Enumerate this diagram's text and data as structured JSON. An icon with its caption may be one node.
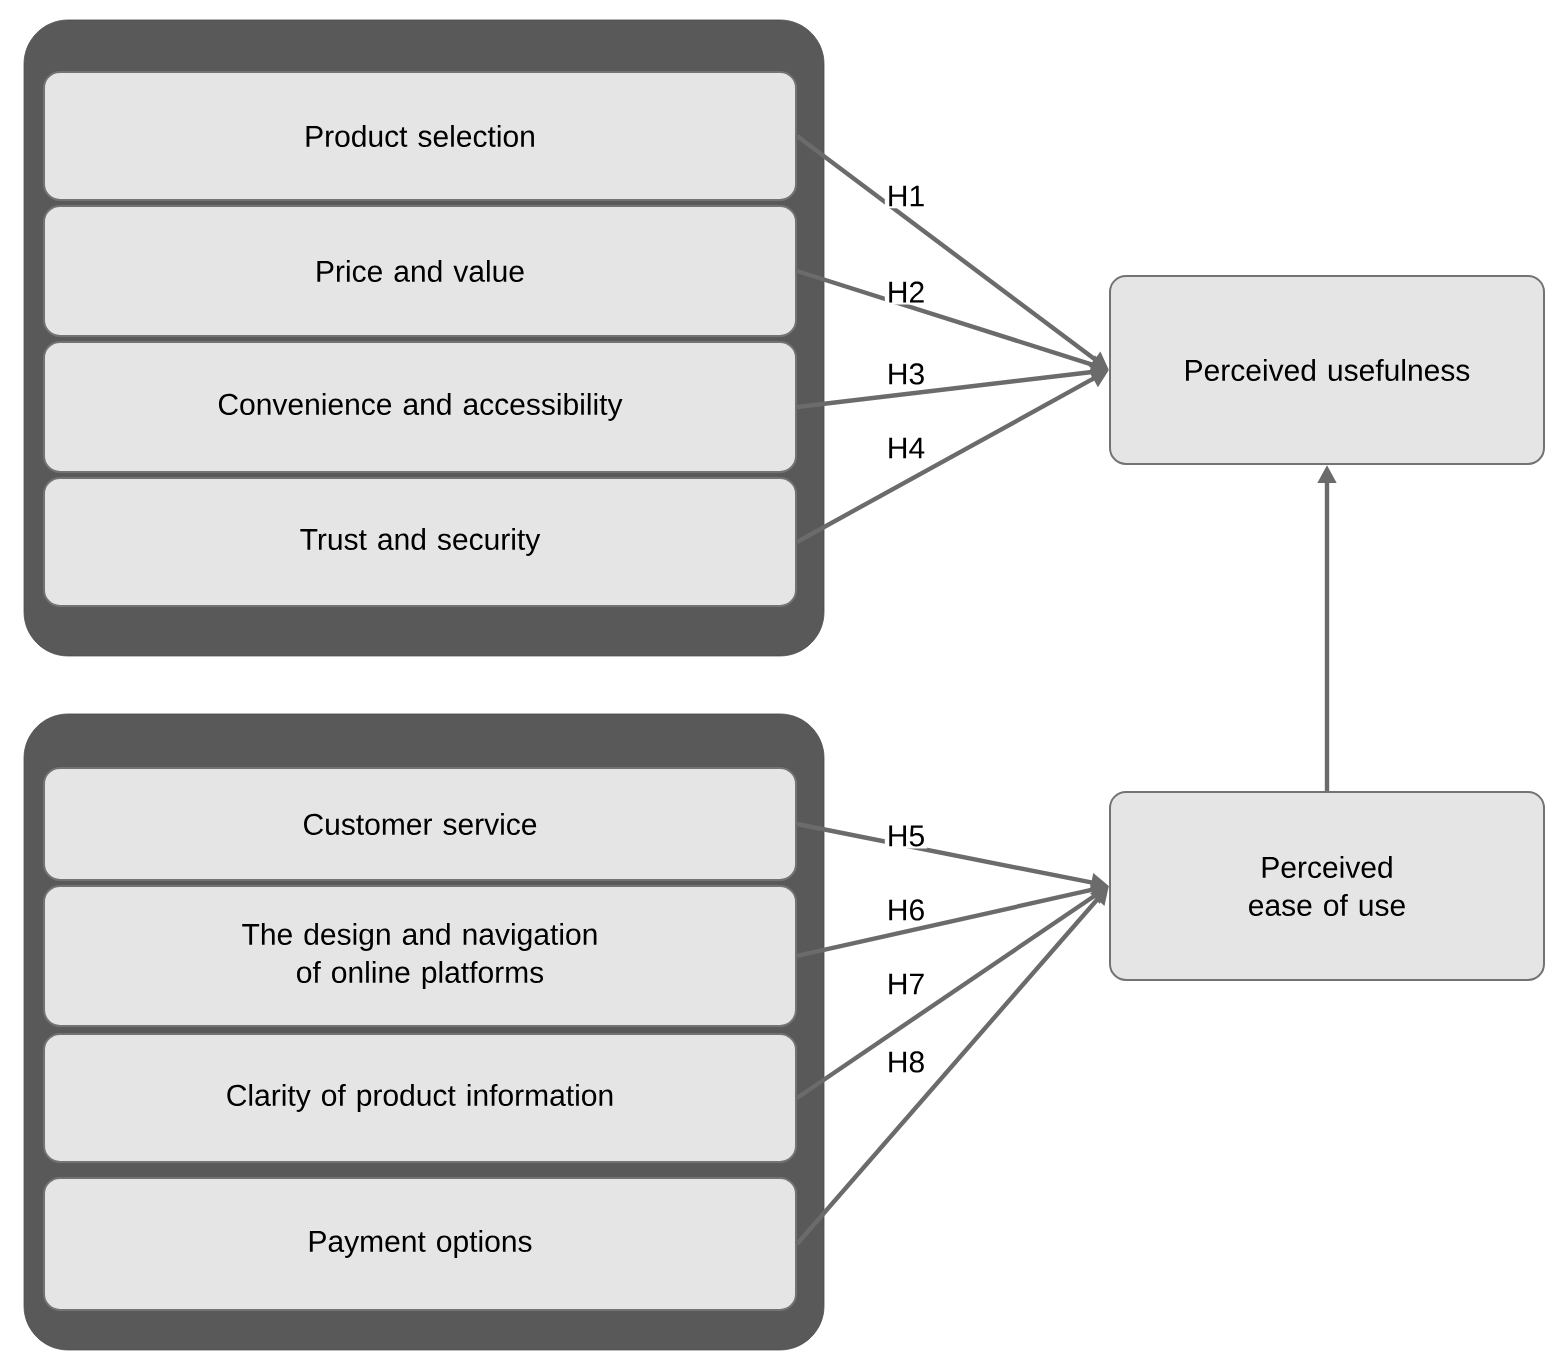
{
  "diagram": {
    "nodes": [
      {
        "text": [],
        "shape": "box"
      },
      {
        "text": [
          "Product selection"
        ],
        "in": 0
      },
      {
        "text": [
          "Price and value"
        ],
        "in": 0
      },
      {
        "text": [
          "Convenience and accessibility"
        ],
        "in": 0
      },
      {
        "text": [
          "Trust and security"
        ],
        "in": 0
      },
      {
        "text": [
          "Perceived usefulness"
        ]
      },
      {
        "text": [],
        "shape": "box"
      },
      {
        "text": [
          "Customer service"
        ],
        "in": 6
      },
      {
        "text": [
          "The design and navigation of online platforms"
        ],
        "in": 6
      },
      {
        "text": [
          "Clarity of product information"
        ],
        "in": 6
      },
      {
        "text": [
          "Payment options"
        ],
        "in": 6
      },
      {
        "text": [
          "Perceived ease of use"
        ]
      }
    ],
    "edges": [
      {
        "from": 1,
        "to": 5,
        "arrow": "to",
        "label": "H1"
      },
      {
        "from": 2,
        "to": 5,
        "arrow": "to",
        "label": "H2"
      },
      {
        "from": 3,
        "to": 5,
        "arrow": "to",
        "label": "H3"
      },
      {
        "from": 4,
        "to": 5,
        "arrow": "to",
        "label": "H4"
      },
      {
        "from": 7,
        "to": 11,
        "arrow": "to",
        "label": "H5"
      },
      {
        "from": 8,
        "to": 11,
        "arrow": "to",
        "label": "H6"
      },
      {
        "from": 9,
        "to": 11,
        "arrow": "to",
        "label": "H7"
      },
      {
        "from": 10,
        "to": 11,
        "arrow": "to",
        "label": "H8"
      },
      {
        "from": 11,
        "to": 5,
        "arrow": "to"
      }
    ]
  }
}
